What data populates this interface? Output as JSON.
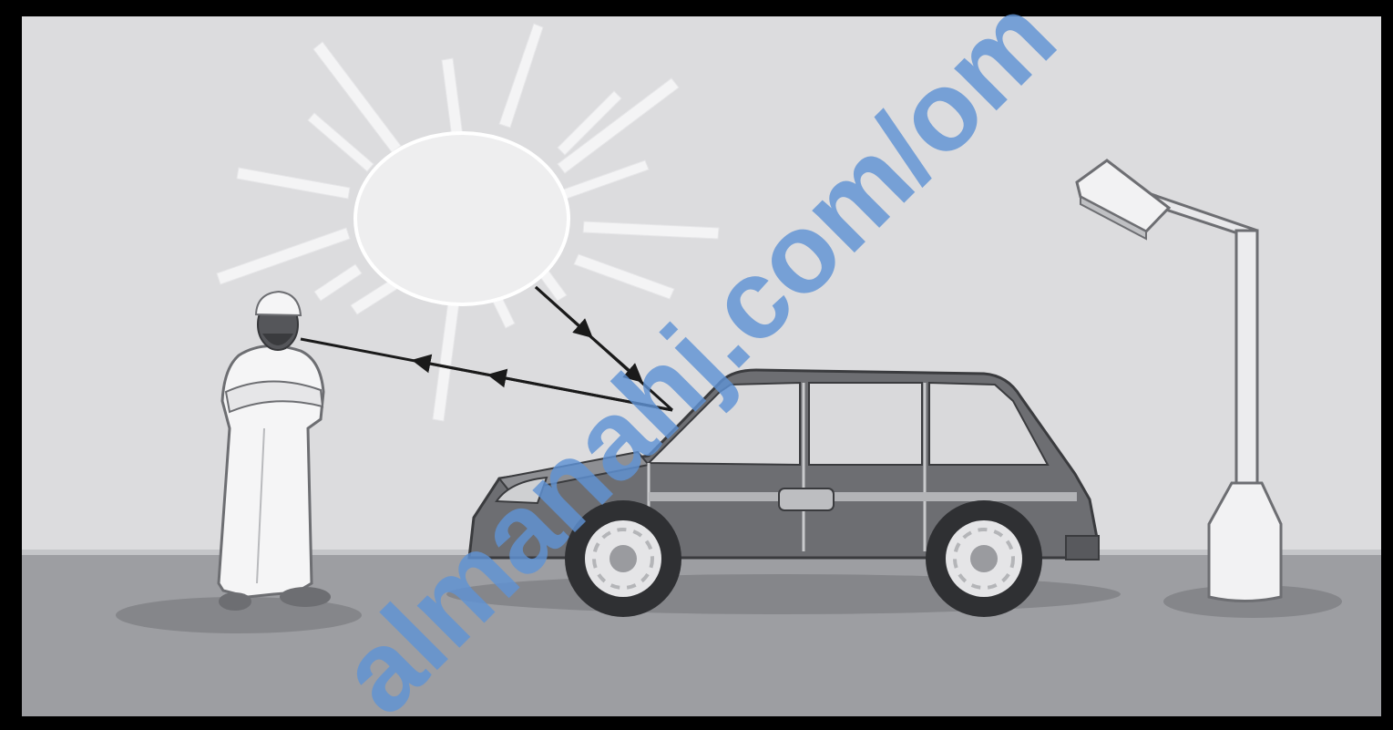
{
  "watermark": {
    "text": "almanahj.com/om",
    "color": "#5f93d4"
  },
  "colors": {
    "frame": "#000000",
    "sky": "#dcdcde",
    "ground": "#9d9ea2",
    "horizon_line": "#c4c5c8",
    "sun": "#eeeeef",
    "ray": "#f4f4f5",
    "car_body": "#6d6e72",
    "car_window": "#d9d9db",
    "light_ray": "#1a1a1a"
  },
  "elements": {
    "sun": "sun",
    "person": "person-in-dishdasha",
    "car": "car",
    "street_lamp": "street-lamp",
    "light_path": "reflected-light-ray"
  }
}
